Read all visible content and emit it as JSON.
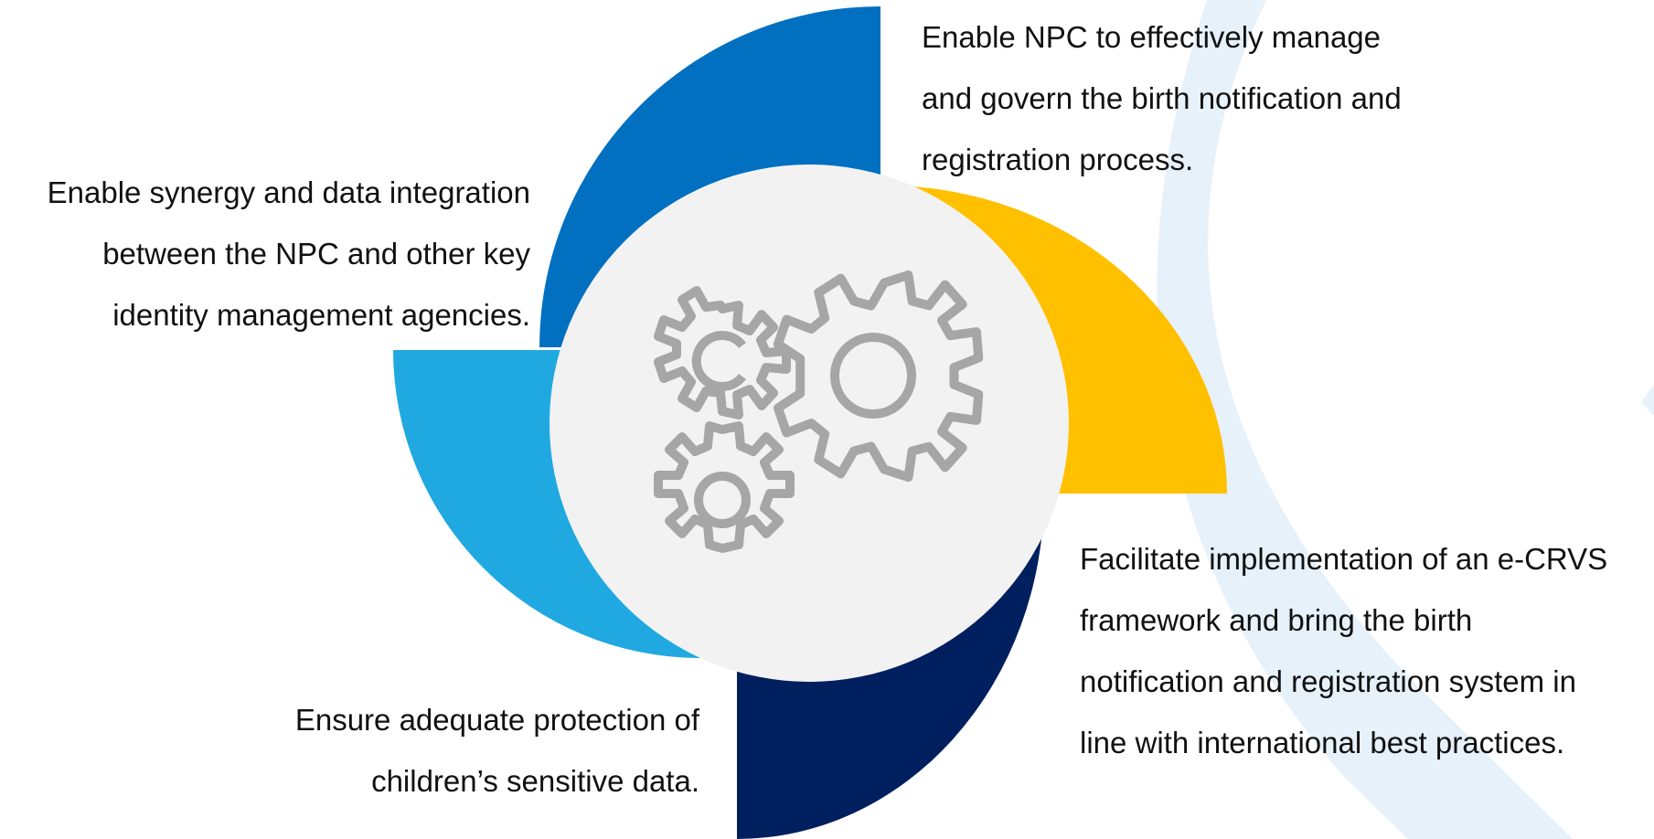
{
  "colors": {
    "petal_top": "#0170c1",
    "petal_left": "#20a9e1",
    "petal_right": "#ffc000",
    "petal_bottom": "#001f5f",
    "center_circle": "#f2f2f2",
    "gears": "#a6a6a6",
    "background_arc": "#e6f1fa"
  },
  "icons": [
    "gears-icon"
  ],
  "objectives": {
    "top_right": {
      "lines": [
        "Enable NPC to effectively manage",
        "and govern the birth notification and",
        "registration process."
      ]
    },
    "top_left": {
      "lines": [
        "Enable synergy and data integration",
        "between the NPC and other key",
        "identity management agencies."
      ]
    },
    "bottom_right": {
      "lines": [
        "Facilitate implementation of an e-CRVS",
        "framework and bring the birth",
        "notification and registration system in",
        "line with international best practices."
      ]
    },
    "bottom_left": {
      "lines": [
        "Ensure adequate protection of",
        "children’s sensitive data."
      ]
    }
  }
}
